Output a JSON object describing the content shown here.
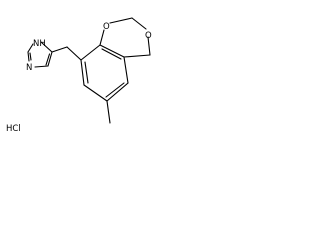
{
  "molecule": {
    "atom_labels": {
      "nh": "NH",
      "n": "N",
      "o_top": "O",
      "o_left": "O",
      "salt": "HCl"
    },
    "colors": {
      "bond": "#000000",
      "text": "#000000",
      "background": "#ffffff"
    }
  }
}
